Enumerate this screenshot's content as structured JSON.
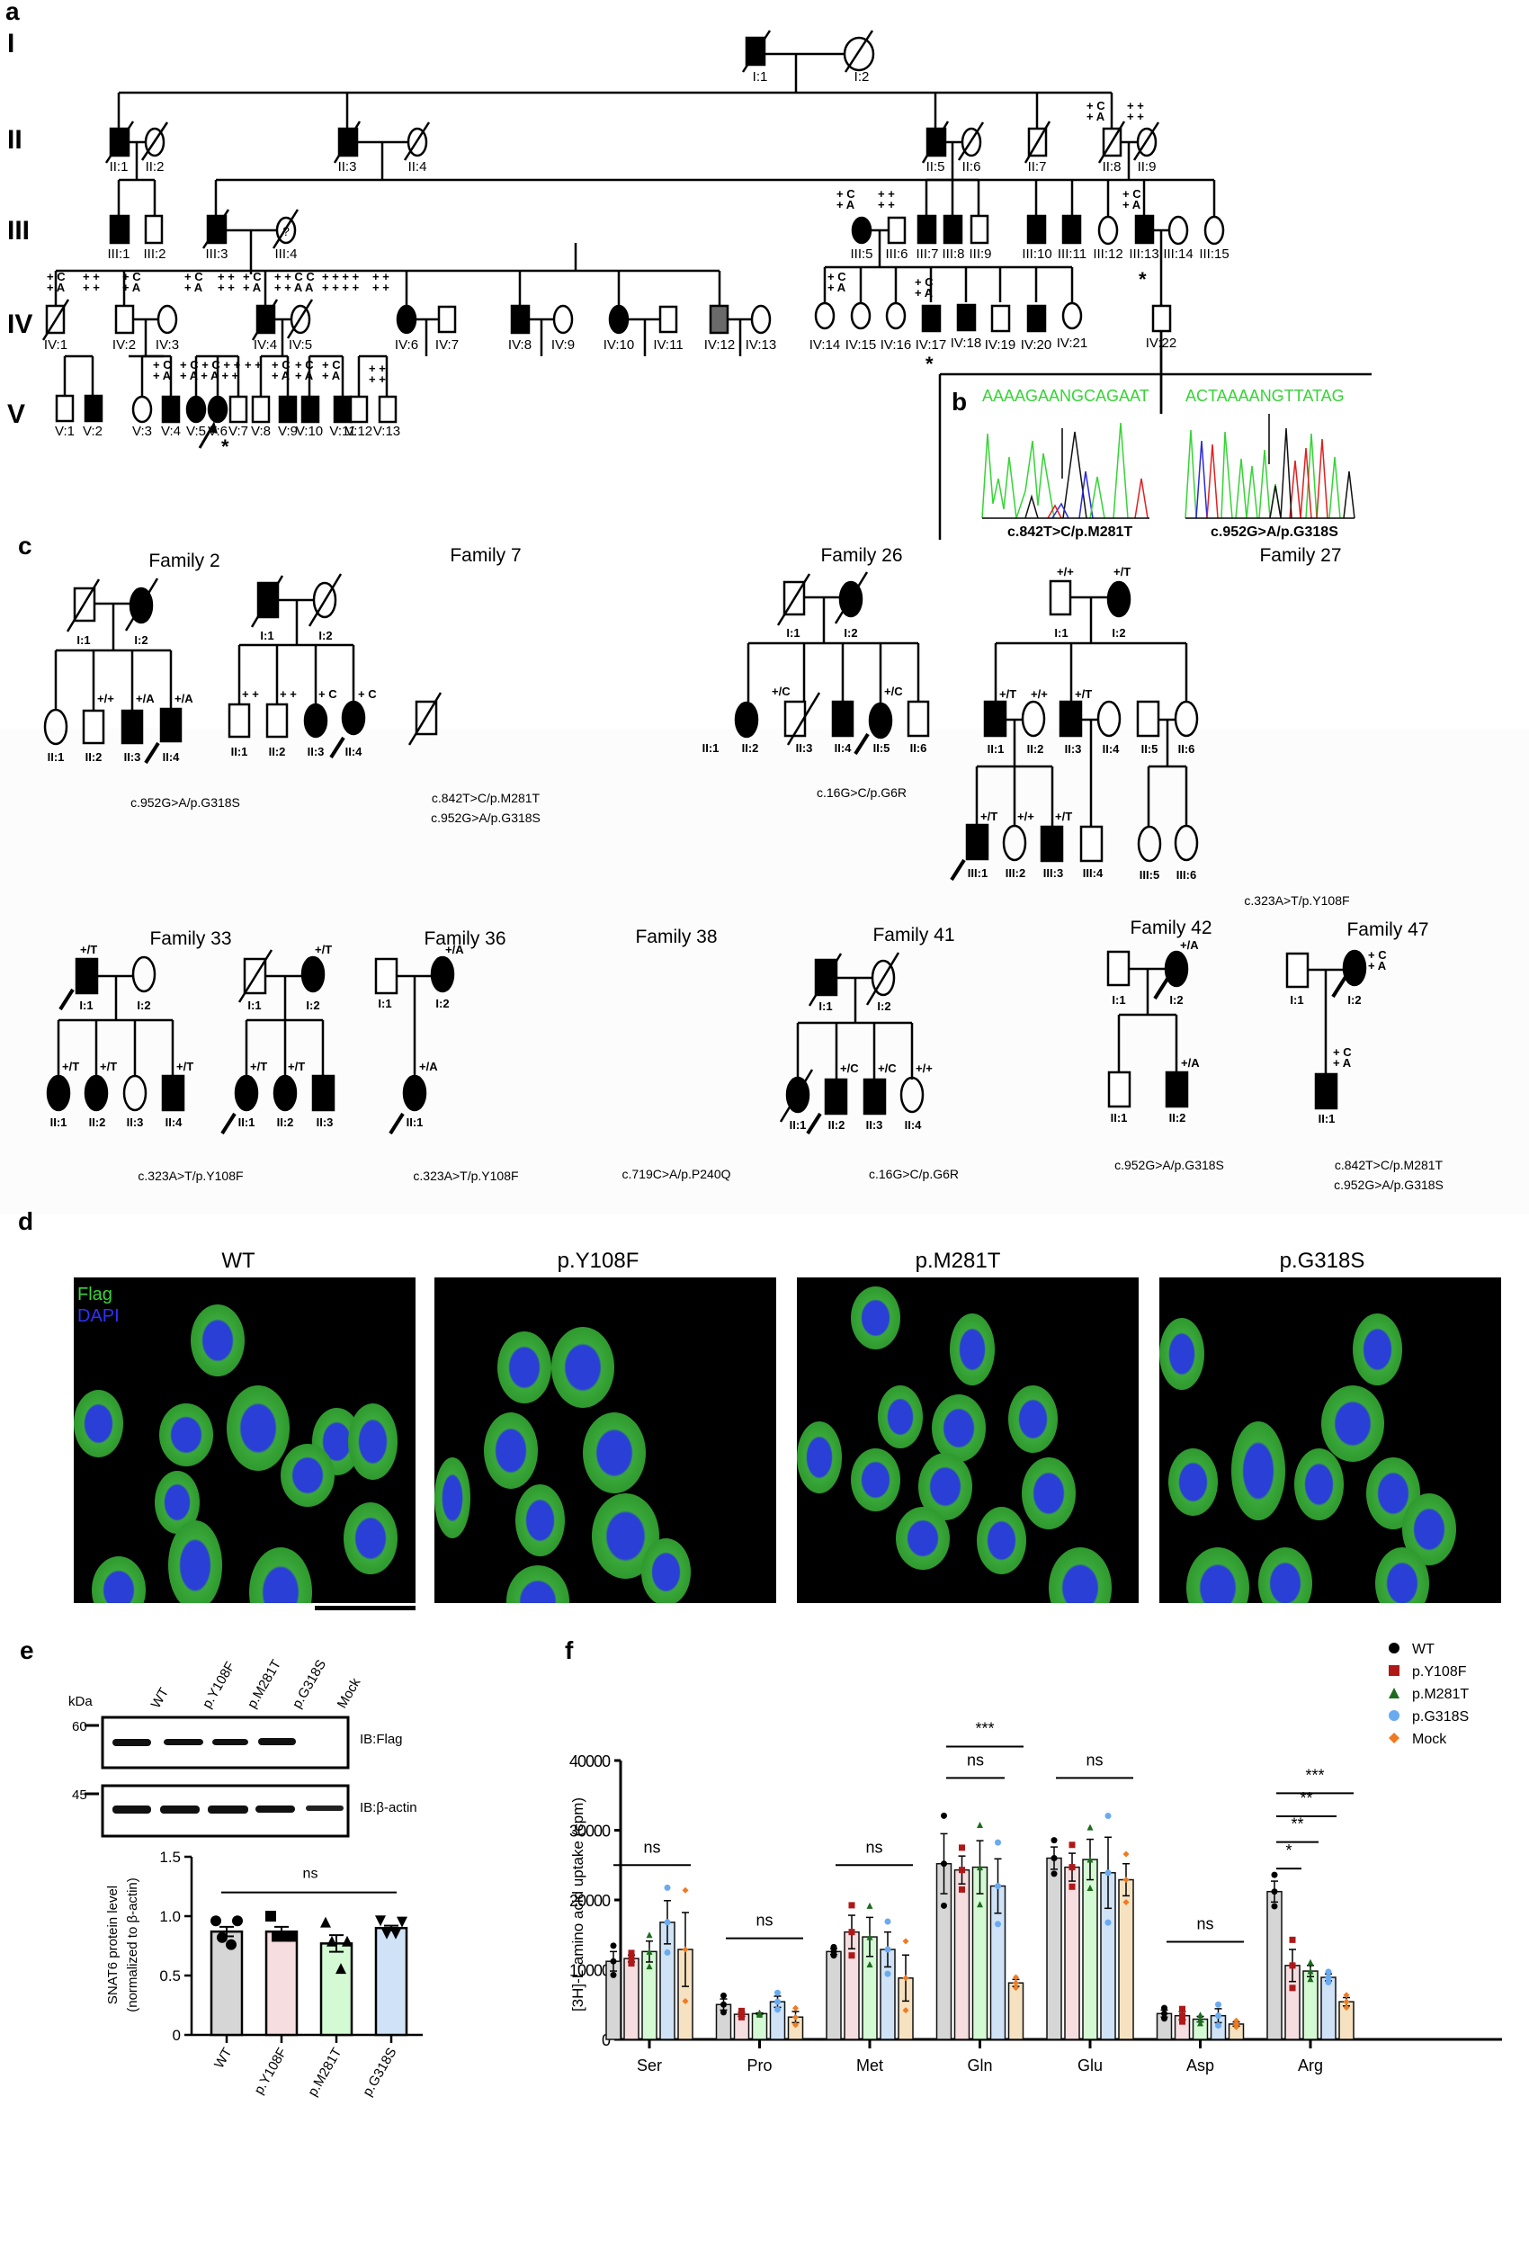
{
  "panels": {
    "a": {
      "letter": "a",
      "generations": [
        "I",
        "II",
        "III",
        "IV",
        "V"
      ]
    },
    "b": {
      "letter": "b",
      "seq1": "AAAAGAANGCAGAAT",
      "seq2": "ACTAAAANGTTATAG",
      "mut1": "c.842T>C/p.M281T",
      "mut2": "c.952G>A/p.G318S"
    },
    "c": {
      "letter": "c",
      "families": [
        {
          "name": "Family 2",
          "mutation": [
            "c.952G>A/p.G318S"
          ]
        },
        {
          "name": "Family 7",
          "mutation": [
            "c.842T>C/p.M281T",
            "c.952G>A/p.G318S"
          ]
        },
        {
          "name": "Family 26",
          "mutation": [
            "c.16G>C/p.G6R"
          ]
        },
        {
          "name": "Family 27",
          "mutation": [
            "c.323A>T/p.Y108F"
          ]
        },
        {
          "name": "Family 33",
          "mutation": [
            "c.323A>T/p.Y108F"
          ]
        },
        {
          "name": "Family 36",
          "mutation": [
            "c.323A>T/p.Y108F"
          ]
        },
        {
          "name": "Family 38",
          "mutation": [
            "c.719C>A/p.P240Q"
          ]
        },
        {
          "name": "Family 41",
          "mutation": [
            "c.16G>C/p.G6R"
          ]
        },
        {
          "name": "Family 42",
          "mutation": [
            "c.952G>A/p.G318S"
          ]
        },
        {
          "name": "Family 47",
          "mutation": [
            "c.842T>C/p.M281T",
            "c.952G>A/p.G318S"
          ]
        }
      ]
    },
    "d": {
      "letter": "d",
      "titles": [
        "WT",
        "p.Y108F",
        "p.M281T",
        "p.G318S"
      ],
      "legend_flag": "Flag",
      "legend_dapi": "DAPI"
    },
    "e": {
      "letter": "e",
      "kda": "kDa",
      "lanes": [
        "WT",
        "p.Y108F",
        "p.M281T",
        "p.G318S",
        "Mock"
      ],
      "marker60": "60",
      "marker45": "45",
      "ib1": "IB:Flag",
      "ib2": "IB:β-actin"
    },
    "f": {
      "letter": "f"
    }
  },
  "chart_data": [
    {
      "type": "bar",
      "title": "",
      "xlabel": "",
      "ylabel": "SNAT6 protein level (normalized to β-actin)",
      "categories": [
        "WT",
        "p.Y108F",
        "p.M281T",
        "p.G318S"
      ],
      "values": [
        0.87,
        0.87,
        0.77,
        0.9
      ],
      "sem": [
        0.04,
        0.04,
        0.07,
        0.02
      ],
      "points": [
        [
          0.96,
          0.96,
          0.82,
          0.76
        ],
        [
          1.0,
          0.83,
          0.83,
          0.83
        ],
        [
          0.95,
          0.79,
          0.79,
          0.56
        ],
        [
          0.96,
          0.95,
          0.85,
          0.85
        ]
      ],
      "ylim": [
        0,
        1.5
      ],
      "yticks": [
        "0",
        "0.5",
        "1.0",
        "1.5"
      ],
      "colors": [
        "#d6d6d6",
        "#f5dde0",
        "#d4fad4",
        "#cfe2f6"
      ],
      "annotation": "ns"
    },
    {
      "type": "bar",
      "title": "",
      "xlabel": "",
      "ylabel": "[3H]-L-amino acid uptake (cpm)",
      "categories": [
        "Ser",
        "Pro",
        "Met",
        "Gln",
        "Glu",
        "Asp",
        "Arg"
      ],
      "ylim": [
        0,
        40000
      ],
      "yticks": [
        "0",
        "10000",
        "20000",
        "30000",
        "40000"
      ],
      "legend": [
        "WT",
        "p.Y108F",
        "p.M281T",
        "p.G318S",
        "Mock"
      ],
      "marker_colors": [
        "#000000",
        "#b01818",
        "#1e6a1e",
        "#6aaaf0",
        "#f07a20"
      ],
      "bar_colors": [
        "#d6d6d6",
        "#f5dde0",
        "#d4fad4",
        "#cfe2f6",
        "#f6e2c0"
      ],
      "series": [
        {
          "name": "WT",
          "values": [
            11200,
            5000,
            12600,
            25200,
            26000,
            3700,
            21200
          ],
          "sem": [
            1400,
            800,
            400,
            4300,
            1600,
            500,
            1500
          ]
        },
        {
          "name": "p.Y108F",
          "values": [
            11600,
            3600,
            15400,
            24300,
            24700,
            3400,
            10600
          ],
          "sem": [
            500,
            300,
            2400,
            2000,
            2000,
            600,
            2300
          ]
        },
        {
          "name": "p.M281T",
          "values": [
            12600,
            3700,
            14700,
            24700,
            25800,
            2900,
            9800
          ],
          "sem": [
            1500,
            100,
            2800,
            3800,
            2900,
            400,
            800
          ]
        },
        {
          "name": "p.G318S",
          "values": [
            16800,
            5400,
            12900,
            22000,
            23900,
            3400,
            8900
          ],
          "sem": [
            3100,
            800,
            2500,
            3900,
            5100,
            1000,
            500
          ]
        },
        {
          "name": "Mock",
          "values": [
            12900,
            3200,
            8800,
            8100,
            22900,
            2200,
            5400
          ],
          "sem": [
            5300,
            800,
            3300,
            500,
            2300,
            300,
            600
          ]
        }
      ],
      "annotations": [
        {
          "group": "Ser",
          "text": "ns"
        },
        {
          "group": "Pro",
          "text": "ns"
        },
        {
          "group": "Met",
          "text": "ns"
        },
        {
          "group": "Gln",
          "text": "ns"
        },
        {
          "group": "Gln",
          "text": "***"
        },
        {
          "group": "Glu",
          "text": "ns"
        },
        {
          "group": "Asp",
          "text": "ns"
        },
        {
          "group": "Arg",
          "text": "*"
        },
        {
          "group": "Arg",
          "text": "**"
        },
        {
          "group": "Arg",
          "text": "**"
        },
        {
          "group": "Arg",
          "text": "***"
        }
      ]
    }
  ]
}
